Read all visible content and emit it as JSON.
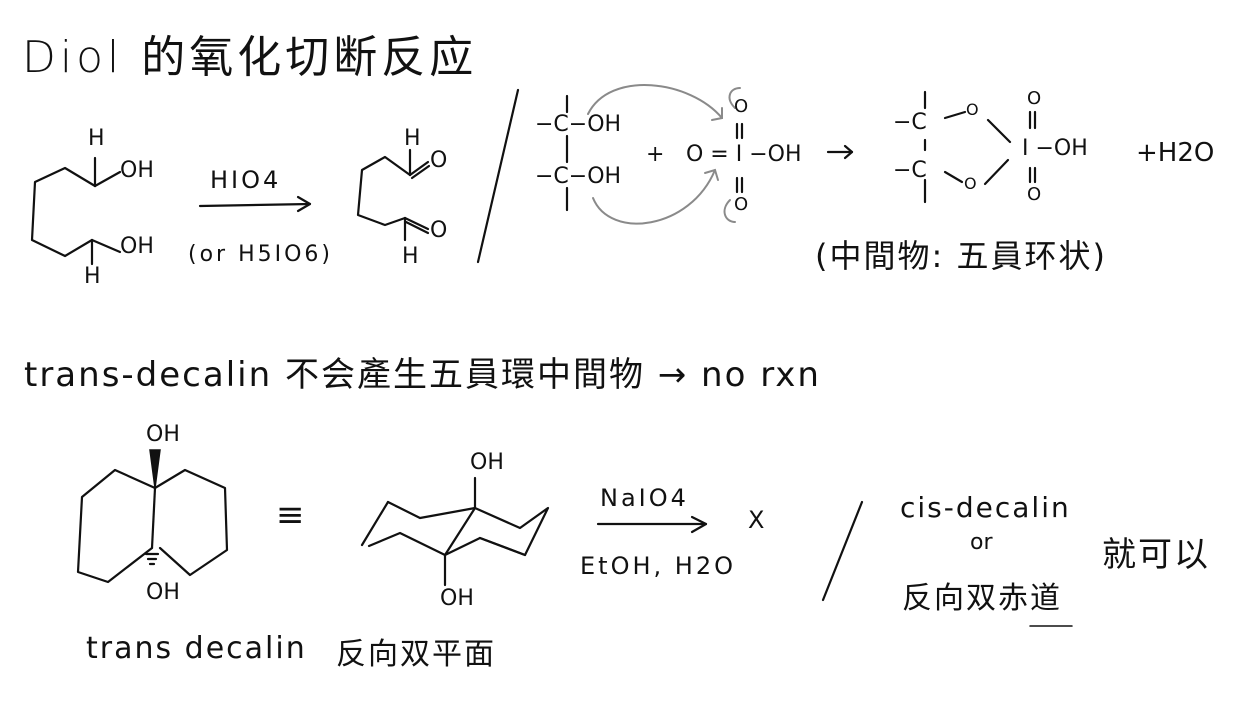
{
  "title": "Diol 的氧化切断反应",
  "section1": {
    "reactant_labels": {
      "h_top": "H",
      "oh_top": "OH",
      "oh_bottom": "OH",
      "h_bottom": "H"
    },
    "reagent_top": "HIO4",
    "reagent_bottom": "(or H5IO6)",
    "product_labels": {
      "h_top": "H",
      "o_top": "O",
      "o_bottom": "O",
      "h_bottom": "H"
    },
    "mechanism": {
      "diol_c1": "−C−OH",
      "diol_c2": "−C−OH",
      "plus": "+",
      "periodic_o_top": "O",
      "periodic_center": "O = I −OH",
      "periodic_o_bottom": "O",
      "arrow": "→",
      "cyclic_c1": "−C",
      "cyclic_c2": "−C",
      "cyclic_o1": "O",
      "cyclic_o2": "O",
      "cyclic_i": "I −OH",
      "cyclic_o_top": "O",
      "cyclic_o_bottom": "O",
      "water": "+H2O",
      "note": "(中間物: 五員环状)"
    }
  },
  "section2": {
    "statement": "trans-decalin 不会產生五員環中間物 → no rxn",
    "left_labels": {
      "oh_top": "OH",
      "oh_bottom": "OH"
    },
    "left_caption": "trans decalin",
    "equiv": "≡",
    "chair_labels": {
      "oh_top": "OH",
      "oh_bottom": "OH"
    },
    "chair_caption": "反向双平面",
    "reagent_top": "NaIO4",
    "reagent_bottom": "EtOH, H2O",
    "no_reaction": "X",
    "alt_line1": "cis-decalin",
    "alt_line2": "or",
    "alt_line3": "反向双赤道",
    "alt_result": "就可以"
  },
  "colors": {
    "ink": "#111111",
    "arrow_grey": "#8a8a8a",
    "paper": "#ffffff"
  }
}
